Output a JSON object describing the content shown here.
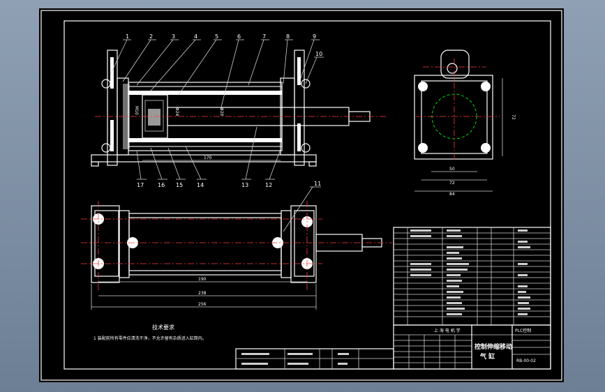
{
  "title_block": {
    "company": "上 海 电 机 学",
    "product_code": "PLC控制",
    "part_title_1": "控制伸缩移动",
    "part_title_2": "气 缸",
    "drawing_number": "RB-00-02"
  },
  "technical_requirements": {
    "heading": "技术要求",
    "item_1": "1 装配前所有零件应清洗干净，不允许留有杂质进入缸筒内。"
  },
  "balloons": [
    "1",
    "2",
    "3",
    "4",
    "5",
    "6",
    "7",
    "8",
    "9",
    "10",
    "17",
    "16",
    "15",
    "14",
    "13",
    "12",
    "11"
  ],
  "dimensions": {
    "front_length": "170",
    "side_height": "72",
    "side_inner": "50",
    "side_mid": "72",
    "side_total": "84",
    "plan_1": "190",
    "plan_2": "238",
    "plan_3": "256"
  }
}
